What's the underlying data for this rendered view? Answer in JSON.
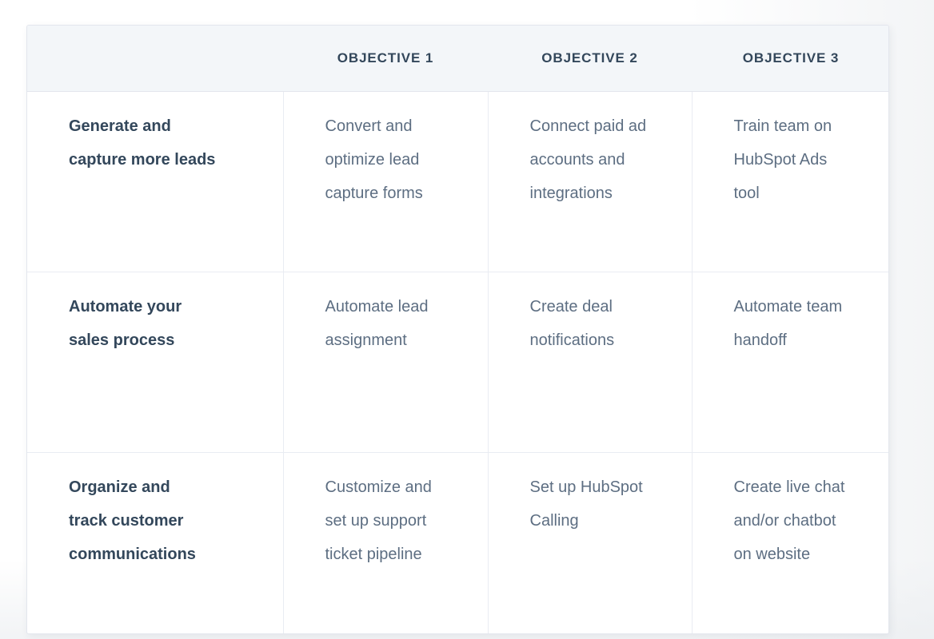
{
  "table": {
    "header": {
      "corner_label": "",
      "columns": [
        "OBJECTIVE 1",
        "OBJECTIVE 2",
        "OBJECTIVE 3"
      ]
    },
    "rows": [
      {
        "label": "Generate and\ncapture more leads",
        "cells": [
          "Convert and\noptimize lead\ncapture forms",
          "Connect paid ad\naccounts and\nintegrations",
          "Train team on\nHubSpot Ads\ntool"
        ]
      },
      {
        "label": "Automate your\nsales process",
        "cells": [
          "Automate lead\nassignment",
          "Create deal\nnotifications",
          "Automate team\nhandoff"
        ]
      },
      {
        "label": "Organize and\ntrack customer\ncommunications",
        "cells": [
          "Customize and\nset up support\nticket pipeline",
          "Set up HubSpot\nCalling",
          "Create live chat\nand/or chatbot\non website"
        ]
      }
    ]
  },
  "colors": {
    "header_background": "#f3f6f9",
    "header_text": "#33475b",
    "row_label_text": "#33475b",
    "body_text": "#5d6e82",
    "border": "#e9ecf2",
    "card_border": "#e3e6ed",
    "card_background": "#ffffff"
  }
}
